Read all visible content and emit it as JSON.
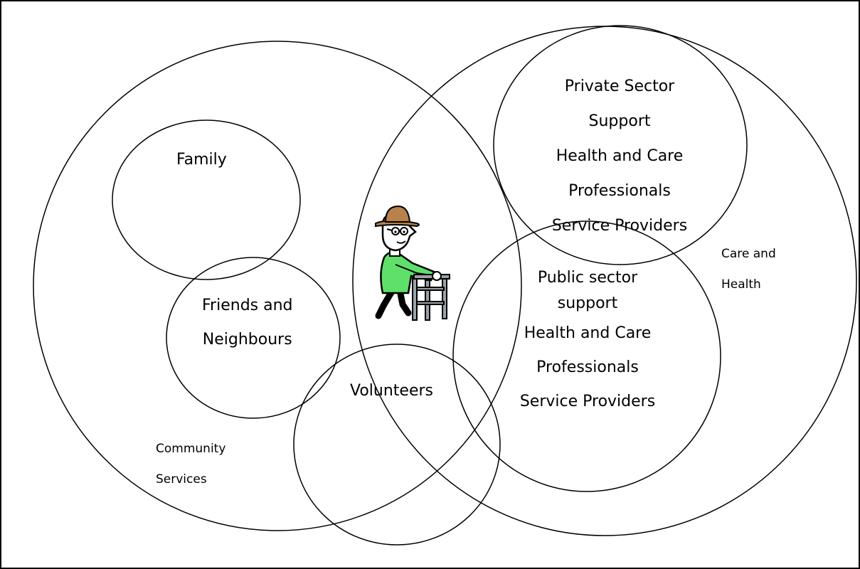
{
  "labels": {
    "family": "Family",
    "friends_1": "Friends and",
    "friends_2": "Neighbours",
    "volunteers": "Volunteers",
    "community_1": "Community",
    "community_2": "Services",
    "care_1": "Care and",
    "care_2": "Health",
    "private_1": "Private Sector",
    "private_2": "Support",
    "private_3": "Health and Care",
    "private_4": "Professionals",
    "private_5": "Service Providers",
    "public_1": "Public sector",
    "public_2": "support",
    "public_3": "Health and Care",
    "public_4": "Professionals",
    "public_5": "Service Providers"
  },
  "figure": {
    "name": "elderly-man-with-walker",
    "hat_color": "#b8814b",
    "shirt_color": "#5fe06a",
    "walker_color": "#9aa3a8"
  },
  "line_color": "#000000"
}
